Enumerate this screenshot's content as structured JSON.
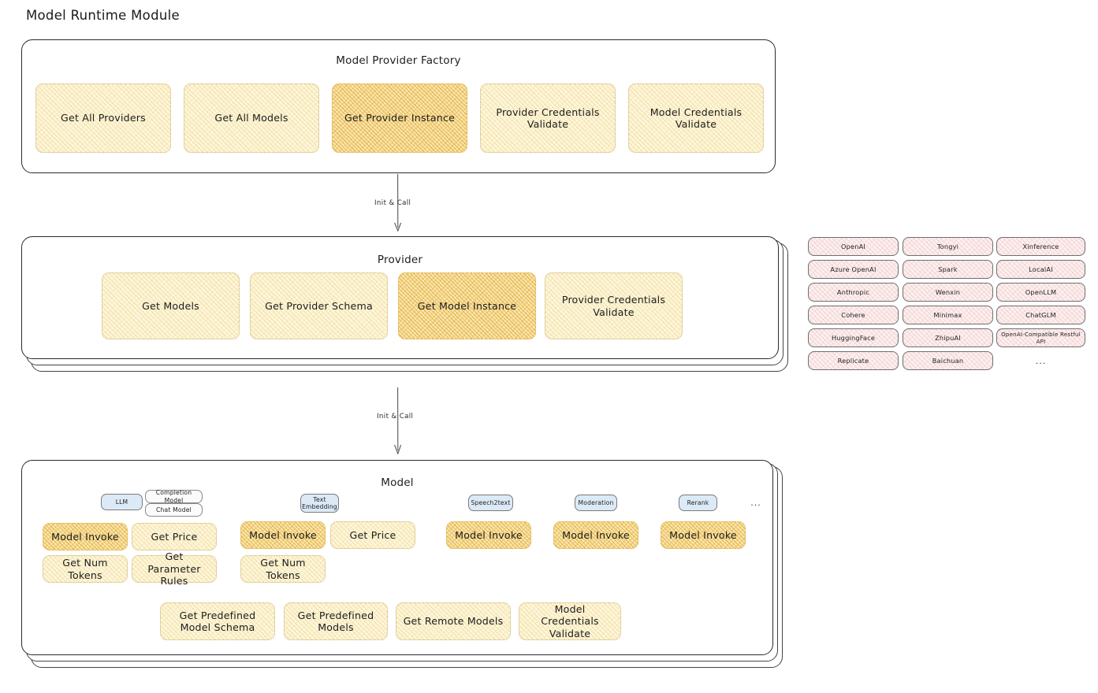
{
  "page": {
    "title": "Model Runtime Module"
  },
  "factory": {
    "title": "Model Provider Factory",
    "boxes": [
      {
        "label": "Get All Providers",
        "highlight": false
      },
      {
        "label": "Get All Models",
        "highlight": false
      },
      {
        "label": "Get Provider Instance",
        "highlight": true
      },
      {
        "label": "Provider Credentials Validate",
        "highlight": false
      },
      {
        "label": "Model Credentials Validate",
        "highlight": false
      }
    ]
  },
  "arrows": [
    {
      "label": "Init & Call"
    },
    {
      "label": "Init & Call"
    }
  ],
  "provider": {
    "title": "Provider",
    "boxes": [
      {
        "label": "Get Models",
        "highlight": false
      },
      {
        "label": "Get Provider Schema",
        "highlight": false
      },
      {
        "label": "Get Model Instance",
        "highlight": true
      },
      {
        "label": "Provider Credentials Validate",
        "highlight": false
      }
    ]
  },
  "provider_list": {
    "columns": [
      [
        "OpenAI",
        "Azure OpenAI",
        "Anthropic",
        "Cohere",
        "HuggingFace",
        "Replicate"
      ],
      [
        "Tongyi",
        "Spark",
        "Wenxin",
        "Minimax",
        "ZhipuAI",
        "Baichuan"
      ],
      [
        "Xinference",
        "LocalAI",
        "OpenLLM",
        "ChatGLM",
        "OpenAI-Compatible Restful API"
      ]
    ],
    "more": "..."
  },
  "model": {
    "title": "Model",
    "more": "...",
    "groups": [
      {
        "badge": "LLM",
        "sub_badges": [
          "Completion Model",
          "Chat Model"
        ],
        "boxes": [
          {
            "label": "Model Invoke",
            "highlight": true
          },
          {
            "label": "Get Price",
            "highlight": false
          },
          {
            "label": "Get Num Tokens",
            "highlight": false
          },
          {
            "label": "Get Parameter Rules",
            "highlight": false
          }
        ]
      },
      {
        "badge": "Text Embedding",
        "sub_badges": [],
        "boxes": [
          {
            "label": "Model Invoke",
            "highlight": true
          },
          {
            "label": "Get Price",
            "highlight": false
          },
          {
            "label": "Get Num Tokens",
            "highlight": false
          }
        ]
      },
      {
        "badge": "Speech2text",
        "sub_badges": [],
        "boxes": [
          {
            "label": "Model Invoke",
            "highlight": true
          }
        ]
      },
      {
        "badge": "Moderation",
        "sub_badges": [],
        "boxes": [
          {
            "label": "Model Invoke",
            "highlight": true
          }
        ]
      },
      {
        "badge": "Rerank",
        "sub_badges": [],
        "boxes": [
          {
            "label": "Model Invoke",
            "highlight": true
          }
        ]
      }
    ],
    "common_boxes": [
      {
        "label": "Get Predefined Model Schema"
      },
      {
        "label": "Get Predefined Models"
      },
      {
        "label": "Get Remote Models"
      },
      {
        "label": "Model Credentials Validate"
      }
    ]
  },
  "colors": {
    "accent_fill": "#fdf6dd",
    "accent_highlight": "#fbe7b0",
    "accent_border": "#c9b273",
    "provider_pill": "#fcf0f0",
    "badge_blue": "#dceaf7",
    "stroke": "#2b2b2b",
    "text": "#1e1e1e"
  }
}
